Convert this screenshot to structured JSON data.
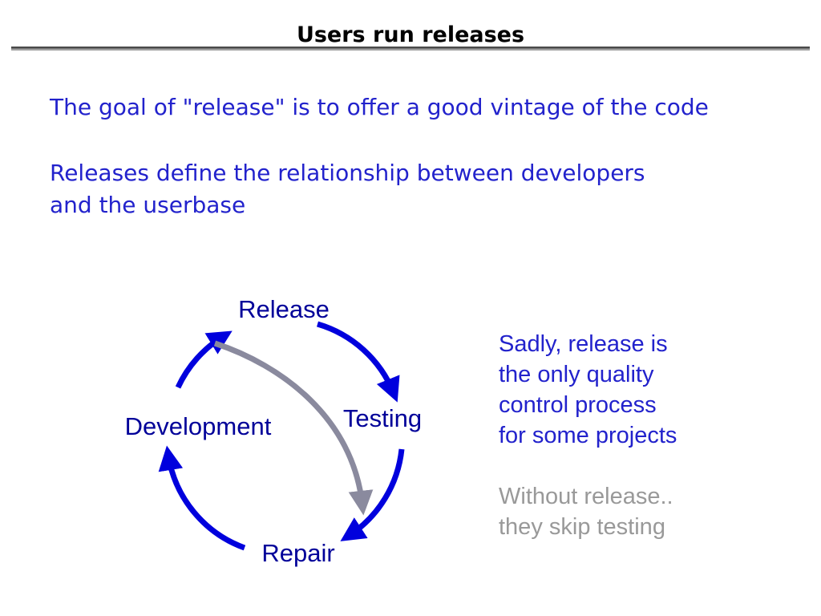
{
  "slide": {
    "title": "Users run releases",
    "paragraph1": "The goal of \"release\" is to offer a good vintage of the code",
    "paragraph2": "Releases define the relationship between developers\nand the userbase",
    "cycle": {
      "top": "Release",
      "right": "Testing",
      "bottom": "Repair",
      "left": "Development"
    },
    "note_blue": "Sadly, release is\nthe only quality\ncontrol process\nfor some projects",
    "note_gray": "Without release..\nthey skip testing",
    "colors": {
      "body_blue": "#2222cc",
      "label_blue": "#000099",
      "arrow_blue": "#0000dd",
      "arrow_gray": "#8a8a9e",
      "gray_text": "#999999"
    }
  }
}
